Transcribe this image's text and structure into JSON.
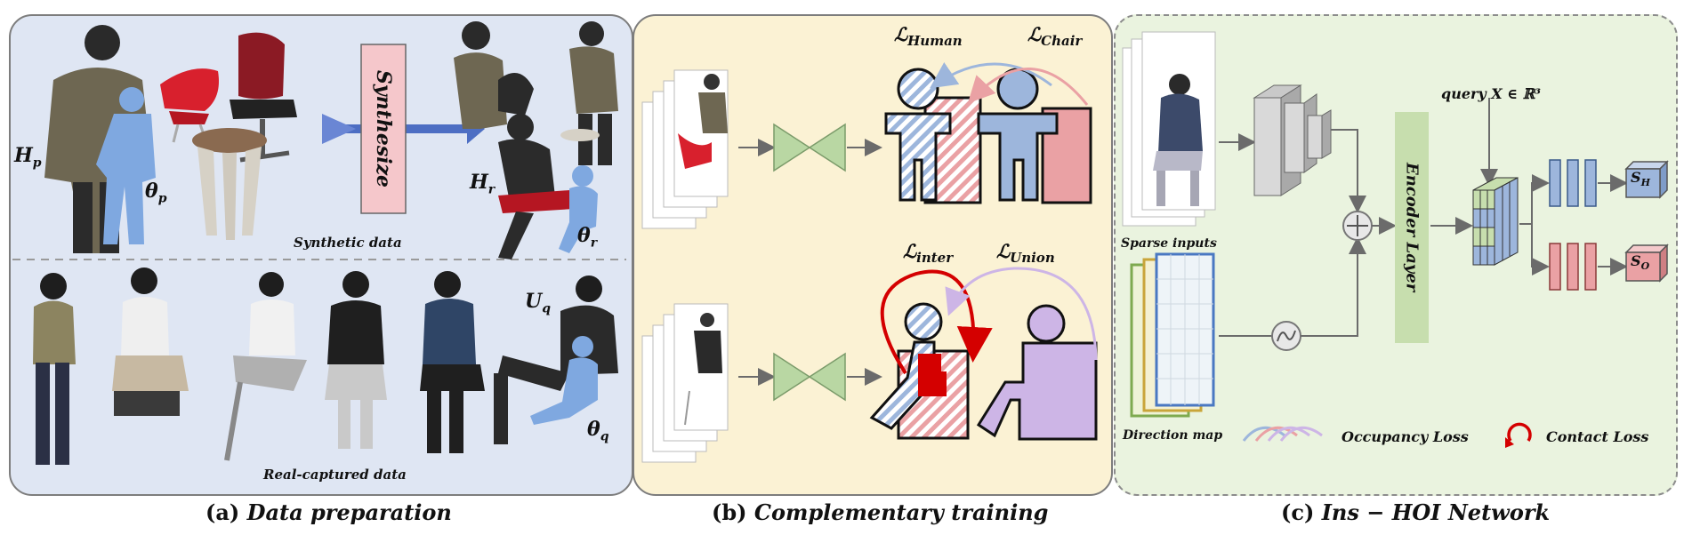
{
  "panel_a": {
    "caption_label": "(a)",
    "caption_title": "Data preparation",
    "synthesize_label": "Synthesize",
    "synthetic_label": "Synthetic data",
    "real_label": "Real-captured data",
    "labels": {
      "hp": "H",
      "hp_sub": "p",
      "theta_p": "θ",
      "theta_p_sub": "p",
      "hr": "H",
      "hr_sub": "r",
      "theta_r": "θ",
      "theta_r_sub": "r",
      "uq": "U",
      "uq_sub": "q",
      "theta_q": "θ",
      "theta_q_sub": "q"
    }
  },
  "panel_b": {
    "caption_label": "(b)",
    "caption_title": "Complementary training",
    "loss_human": "ℒ",
    "loss_human_sub": "Human",
    "loss_chair": "ℒ",
    "loss_chair_sub": "Chair",
    "loss_inter": "ℒ",
    "loss_inter_sub": "inter",
    "loss_union": "ℒ",
    "loss_union_sub": "Union"
  },
  "panel_c": {
    "caption_label": "(c)",
    "caption_title": "Ins − HOI Network",
    "sparse_inputs": "Sparse inputs",
    "direction_map": "Direction map",
    "encoder_layer": "Encoder Layer",
    "query": "query X ∈ ℝ³",
    "output_h": "S",
    "output_h_sub": "H",
    "output_o": "S",
    "output_o_sub": "O",
    "occupancy_loss": "Occupancy Loss",
    "contact_loss": "Contact Loss"
  },
  "colors": {
    "panel_a_bg": "#dfe6f3",
    "panel_b_bg": "#fbf2d4",
    "panel_c_bg": "#eaf3df",
    "human_blue": "#9db6dc",
    "chair_red": "#eaa1a4",
    "purple": "#cdb5e6",
    "contact_red": "#d40000",
    "encoder_green": "#c7deae",
    "bowtie_green": "#b9d7a3"
  }
}
